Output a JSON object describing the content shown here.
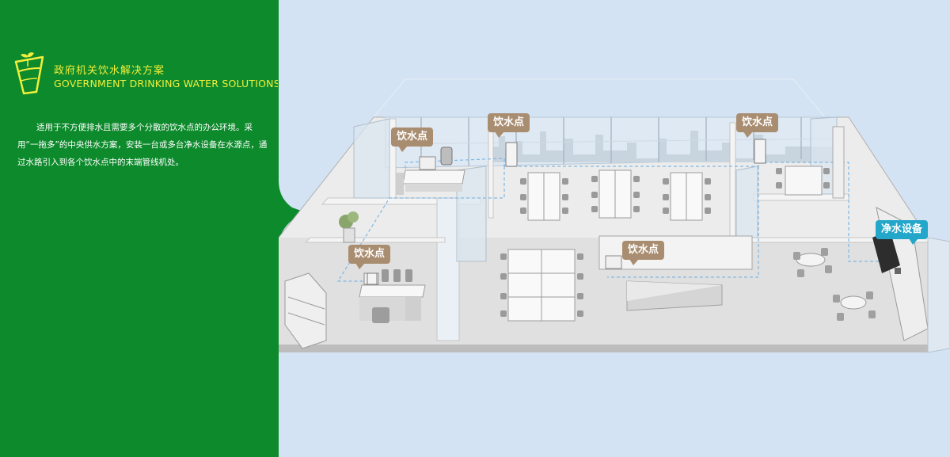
{
  "panel": {
    "title_cn": "政府机关饮水解决方案",
    "title_en": "GOVERNMENT DRINKING WATER SOLUTIONS",
    "description": "适用于不方便排水且需要多个分散的饮水点的办公环境。采用“一拖多”的中央供水方案，安装一台或多台净水设备在水源点，通过水路引入到各个饮水点中的末端管线机处。",
    "background_color": "#0d8a2c",
    "title_color": "#f1ef3b"
  },
  "callouts": {
    "drinking_point": "饮水点",
    "purifier": "净水设备"
  },
  "colors": {
    "callout_brown": "#a98d70",
    "callout_teal": "#22a6c9",
    "scene_background": "#d4e3f3"
  }
}
